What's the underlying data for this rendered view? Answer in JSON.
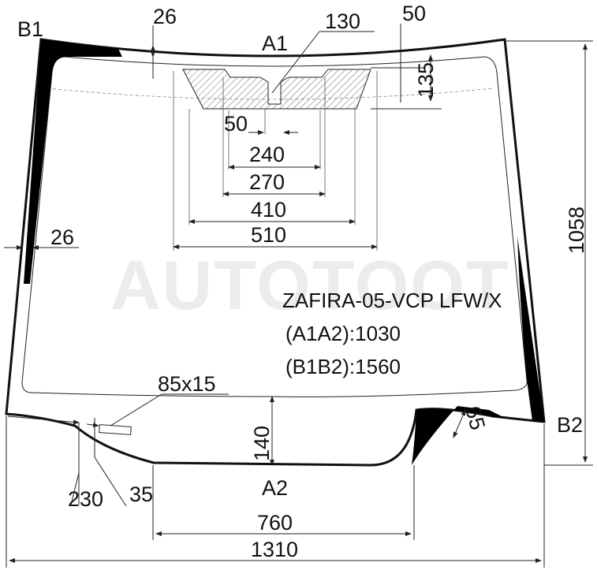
{
  "model": {
    "name": "ZAFIRA-05-VCP LFW/X",
    "a1a2": "(A1A2):1030",
    "b1b2": "(B1B2):1560"
  },
  "watermark": "AUTOTOOT",
  "points": {
    "b1": "B1",
    "b2": "B2",
    "a1": "A1",
    "a2": "A2"
  },
  "dimensions": {
    "d26_top": "26",
    "d130": "130",
    "d50_top": "50",
    "d135": "135",
    "d50_mid": "50",
    "d240": "240",
    "d270": "270",
    "d410": "410",
    "d510": "510",
    "d26_left": "26",
    "d1058": "1058",
    "d85x15": "85x15",
    "d65": "65",
    "d140": "140",
    "d230": "230",
    "d35": "35",
    "d760": "760",
    "d1310": "1310"
  },
  "colors": {
    "glass_outline": "#111111",
    "black_band": "#000000",
    "dimension_line": "#222222"
  }
}
